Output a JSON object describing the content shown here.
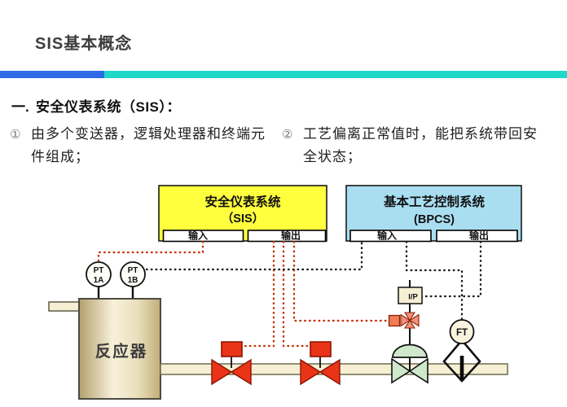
{
  "slide_title": "SIS基本概念",
  "heading": {
    "number": "一.",
    "text": "安全仪表系统（SIS）："
  },
  "bullets": [
    {
      "marker": "①",
      "line1": "由多个变送器，逻辑处理器和终端元",
      "line2": "件组成；"
    },
    {
      "marker": "②",
      "line1": "工艺偏离正常值时，能把系统带回安",
      "line2": "全状态；"
    }
  ],
  "diagram": {
    "sis": {
      "title": "安全仪表系统",
      "subtitle": "（SIS）",
      "input": "输入",
      "output": "输出"
    },
    "bpcs": {
      "title": "基本工艺控制系统",
      "subtitle": "(BPCS)",
      "input": "输入",
      "output": "输出"
    },
    "pt1a": {
      "line1": "PT",
      "line2": "1A"
    },
    "pt1b": {
      "line1": "PT",
      "line2": "1B"
    },
    "reactor_label": "反应器",
    "ip_label": "I/P",
    "ft_label": "FT"
  },
  "colors": {
    "accent_blue": "#2e6be6",
    "accent_teal": "#1fd8c8",
    "sis_yellow": "#ffff3e",
    "bpcs_cyan": "#a9def1",
    "sis_signal_red": "#c63000",
    "bpcs_signal_black": "#1a1a1a",
    "valve_red": "#e93418",
    "valve_green": "#cfe8cb",
    "equipment_cream": "#f6efd4",
    "reactor_tan": "#cdb981"
  }
}
